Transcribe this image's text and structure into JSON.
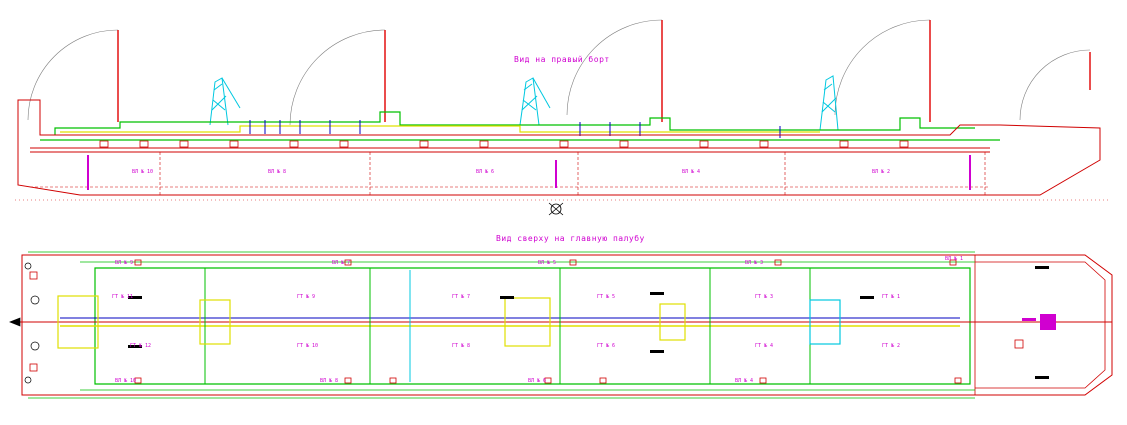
{
  "side_view": {
    "title": "Вид на правый борт",
    "compartments": [
      "ВЛ № 10",
      "ВЛ № 8",
      "ВЛ № 6",
      "ВЛ № 4",
      "ВЛ № 2"
    ]
  },
  "plan_view": {
    "title": "Вид сверху на главную палубу",
    "cargo_tanks_upper": [
      "ГТ № 11",
      "ГТ № 9",
      "ГТ № 7",
      "ГТ № 5",
      "ГТ № 3",
      "ГТ № 1"
    ],
    "cargo_tanks_lower": [
      "ГТ № 12",
      "ГТ № 10",
      "ГТ № 8",
      "ГТ № 6",
      "ГТ № 4",
      "ГТ № 2"
    ],
    "ballast_upper": [
      "ВЛ № 9",
      "ВЛ № 7",
      "ВЛ № 5",
      "ВЛ № 3",
      "ВЛ № 1"
    ],
    "ballast_lower": [
      "ВЛ № 10",
      "ВЛ № 8",
      "ВЛ № 6",
      "ВЛ № 4"
    ]
  },
  "colors": {
    "hull": "#d00000",
    "mast": "#e00000",
    "crane": "#00c8e0",
    "pipe_green": "#00c000",
    "pipe_yellow": "#e0e000",
    "text": "#d000d0",
    "dashed": "#d00000",
    "arc": "#808080"
  }
}
